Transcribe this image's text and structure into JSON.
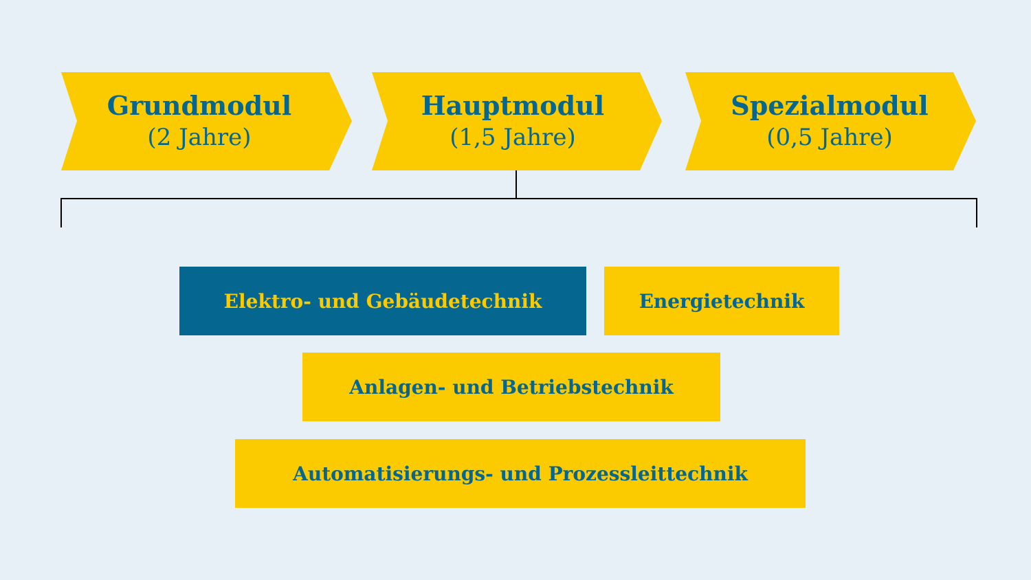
{
  "colors": {
    "background": "#E7F0F6",
    "yellow": "#FBCB00",
    "blue": "#05668F"
  },
  "phases": [
    {
      "title": "Grundmodul",
      "duration": "(2 Jahre)"
    },
    {
      "title": "Hauptmodul",
      "duration": "(1,5 Jahre)"
    },
    {
      "title": "Spezialmodul",
      "duration": "(0,5 Jahre)"
    }
  ],
  "specializations": [
    {
      "label": "Elektro- und Gebäudetechnik",
      "highlighted": true
    },
    {
      "label": "Energietechnik",
      "highlighted": false
    },
    {
      "label": "Anlagen- und Betriebstechnik",
      "highlighted": false
    },
    {
      "label": "Automatisierungs- und Prozessleittechnik",
      "highlighted": false
    }
  ]
}
